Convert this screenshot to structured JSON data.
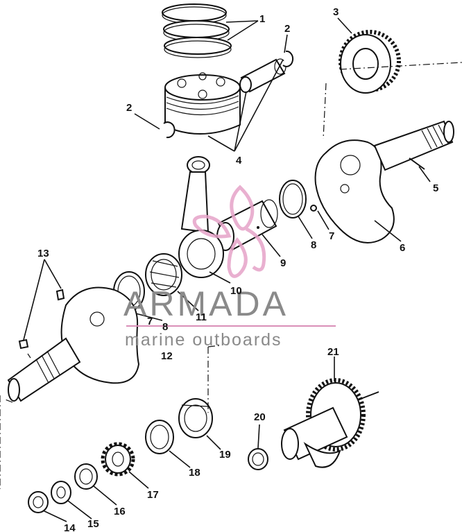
{
  "callouts": [
    {
      "id": "1",
      "text": "1"
    },
    {
      "id": "2a",
      "text": "2"
    },
    {
      "id": "2b",
      "text": "2"
    },
    {
      "id": "3",
      "text": "3"
    },
    {
      "id": "4",
      "text": "4"
    },
    {
      "id": "5",
      "text": "5"
    },
    {
      "id": "6",
      "text": "6"
    },
    {
      "id": "7a",
      "text": "7"
    },
    {
      "id": "7b",
      "text": "7"
    },
    {
      "id": "8a",
      "text": "8"
    },
    {
      "id": "8b",
      "text": "8"
    },
    {
      "id": "9",
      "text": "9"
    },
    {
      "id": "10",
      "text": "10"
    },
    {
      "id": "11",
      "text": "11"
    },
    {
      "id": "12",
      "text": "12"
    },
    {
      "id": "13",
      "text": "13"
    },
    {
      "id": "14",
      "text": "14"
    },
    {
      "id": "15",
      "text": "15"
    },
    {
      "id": "16",
      "text": "16"
    },
    {
      "id": "17",
      "text": "17"
    },
    {
      "id": "18",
      "text": "18"
    },
    {
      "id": "19",
      "text": "19"
    },
    {
      "id": "20",
      "text": "20"
    },
    {
      "id": "21",
      "text": "21"
    }
  ],
  "watermark": {
    "title": "ARMADA",
    "subtitle": "marine outboards",
    "accent_color": "#e6a3c8",
    "line_color": "#d98fb8"
  }
}
